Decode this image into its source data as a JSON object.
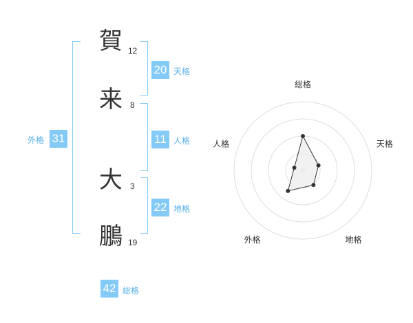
{
  "characters": [
    {
      "char": "賀",
      "strokes": "12"
    },
    {
      "char": "来",
      "strokes": "8"
    },
    {
      "char": "大",
      "strokes": "3"
    },
    {
      "char": "鵬",
      "strokes": "19"
    }
  ],
  "fortunes": {
    "tenkaku": {
      "value": "20",
      "label": "天格"
    },
    "jinkaku": {
      "value": "11",
      "label": "人格"
    },
    "chikaku": {
      "value": "22",
      "label": "地格"
    },
    "gaikaku": {
      "value": "31",
      "label": "外格"
    },
    "soukaku": {
      "value": "42",
      "label": "総格"
    }
  },
  "chart_data": {
    "type": "radar",
    "axes": [
      "総格",
      "天格",
      "地格",
      "外格",
      "人格"
    ],
    "values": [
      42,
      20,
      22,
      31,
      11
    ],
    "rmax": 84,
    "rings": 4,
    "colors": {
      "fill": "#eeeeee",
      "line": "#333333",
      "grid": "#dddddd"
    }
  }
}
